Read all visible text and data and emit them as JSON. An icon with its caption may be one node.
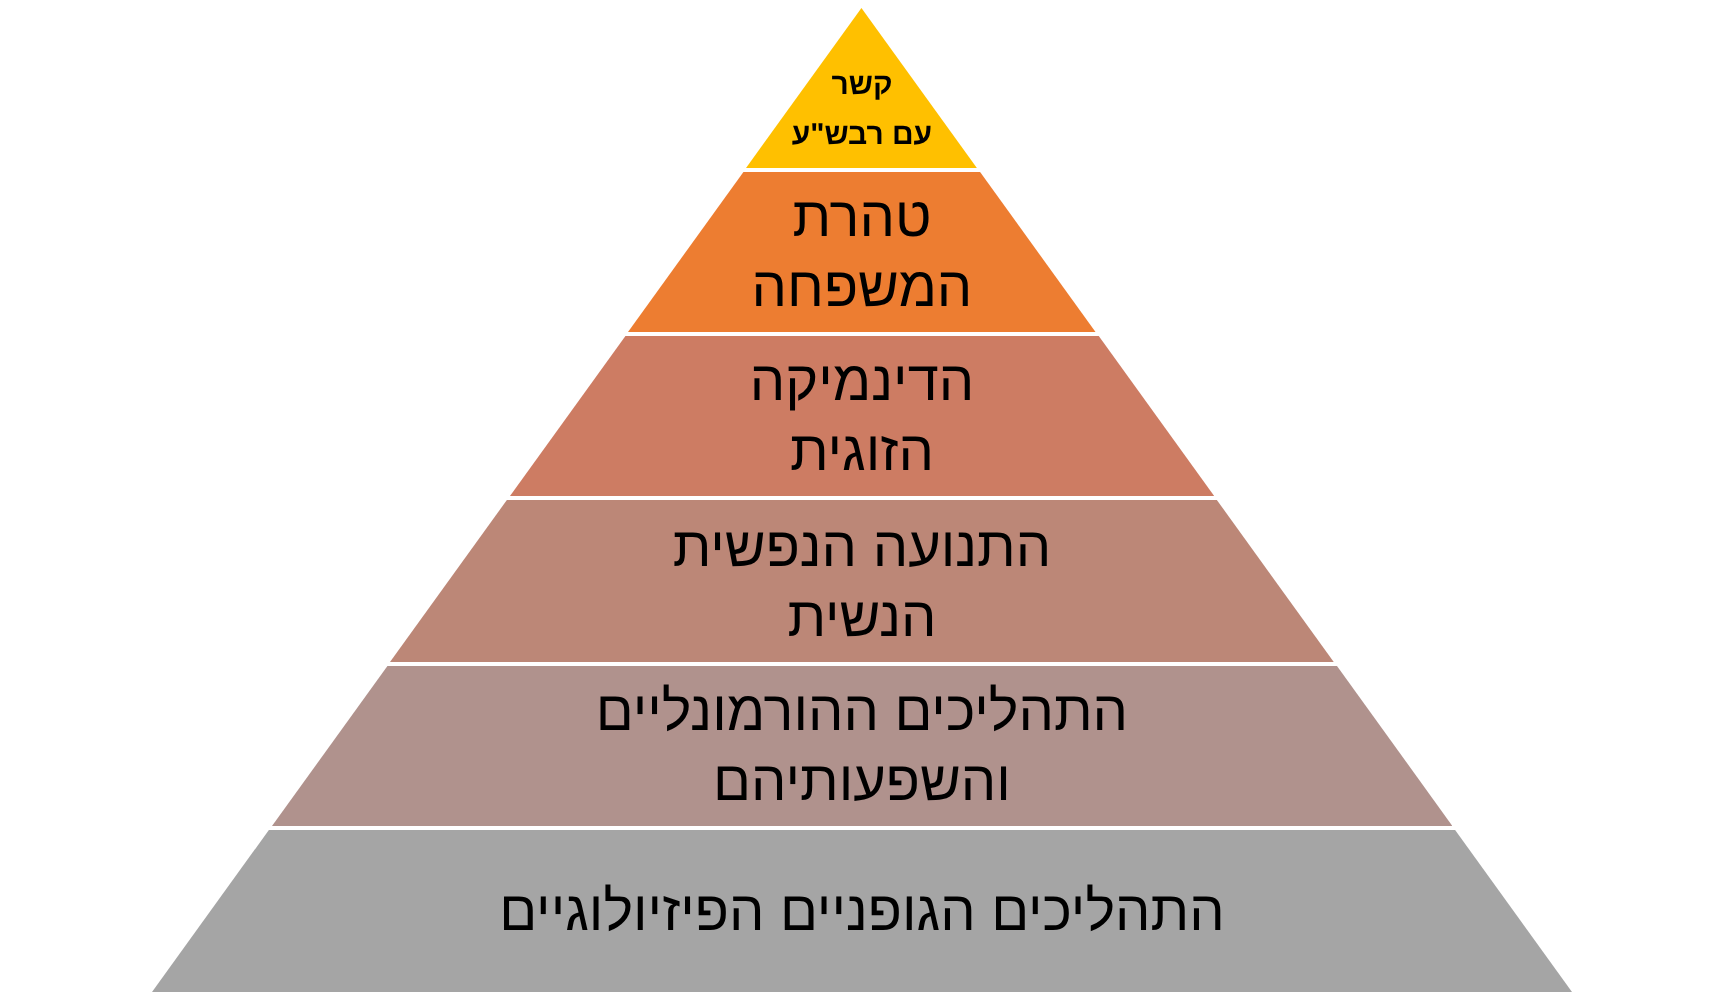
{
  "diagram": {
    "nodes": [
      {
        "text": [
          "קשר עם רבש\"ע"
        ]
      },
      {
        "text": [
          "טהרת המשפחה"
        ]
      },
      {
        "text": [
          "הדינמיקה הזוגית"
        ]
      },
      {
        "text": [
          "התנועה הנפשית הנשית"
        ]
      },
      {
        "text": [
          "התהליכים ההורמונליים והשפעותיהם"
        ]
      },
      {
        "text": [
          "התהליכים הגופניים הפיזיולוגיים"
        ]
      }
    ]
  }
}
